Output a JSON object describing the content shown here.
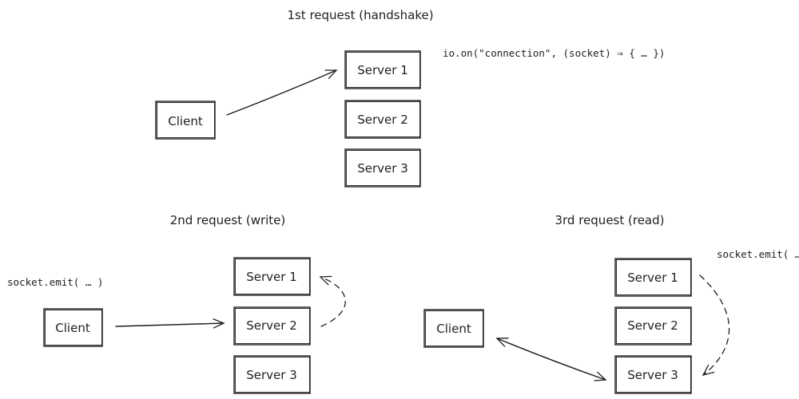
{
  "sections": {
    "first": {
      "title": "1st request (handshake)",
      "client": "Client",
      "servers": [
        "Server 1",
        "Server 2",
        "Server 3"
      ],
      "code": "io.on(\"connection\", (socket) ⇒ { … })"
    },
    "second": {
      "title": "2nd request (write)",
      "client": "Client",
      "servers": [
        "Server 1",
        "Server 2",
        "Server 3"
      ],
      "code": "socket.emit( … )"
    },
    "third": {
      "title": "3rd request (read)",
      "client": "Client",
      "servers": [
        "Server 1",
        "Server 2",
        "Server 3"
      ],
      "code": "socket.emit( …"
    }
  },
  "colors": {
    "stroke": "#1e1e1e",
    "background": "#ffffff"
  }
}
